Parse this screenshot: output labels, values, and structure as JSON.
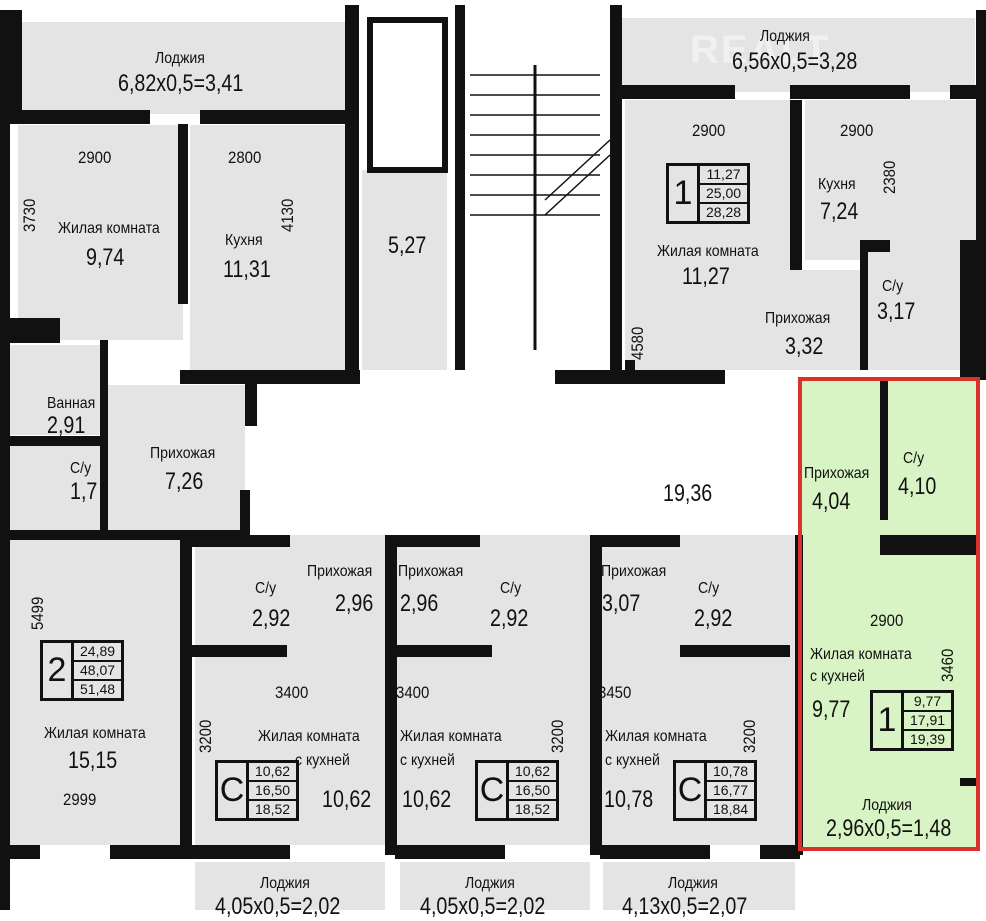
{
  "watermark": "REALT",
  "colors": {
    "highlight_border": "#d8322a",
    "highlight_fill": "#d8f3c4",
    "room_fill": "#e4e4e4",
    "wall": "#111111"
  },
  "rooms": {
    "loggia_tl": {
      "name": "Лоджия",
      "area": "6,82x0,5=3,41"
    },
    "living_tl": {
      "name": "Жилая комната",
      "area": "9,74"
    },
    "kitchen_tl": {
      "name": "Кухня",
      "area": "11,31"
    },
    "bath_tl": {
      "name": "Ванная",
      "area": "2,91"
    },
    "wc_tl": {
      "name": "С/у",
      "area": "1,7"
    },
    "hall_tl": {
      "name": "Прихожая",
      "area": "7,26"
    },
    "tech": {
      "area": "5,27"
    },
    "corridor": {
      "area": "19,36"
    },
    "loggia_tr": {
      "name": "Лоджия",
      "area": "6,56x0,5=3,28"
    },
    "living_tr": {
      "name": "Жилая комната",
      "area": "11,27"
    },
    "kitchen_tr": {
      "name": "Кухня",
      "area": "7,24"
    },
    "hall_tr": {
      "name": "Прихожая",
      "area": "3,32"
    },
    "wc_tr": {
      "name": "С/у",
      "area": "3,17"
    },
    "hall_g": {
      "name": "Прихожая",
      "area": "4,04"
    },
    "wc_g": {
      "name": "С/у",
      "area": "4,10"
    },
    "living_g": {
      "name": "Жилая комната",
      "name2": "с кухней",
      "area": "9,77"
    },
    "loggia_g": {
      "name": "Лоджия",
      "area": "2,96x0,5=1,48"
    },
    "living_bl": {
      "name": "Жилая комната",
      "area": "15,15"
    },
    "wc_s1": {
      "name": "С/у",
      "area": "2,92"
    },
    "hall_s1": {
      "name": "Прихожая",
      "area": "2,96"
    },
    "living_s1": {
      "name": "Жилая комната",
      "name2": "с кухней",
      "area": "10,62"
    },
    "loggia_s1": {
      "name": "Лоджия",
      "area": "4,05x0,5=2,02"
    },
    "wc_s2": {
      "name": "С/у",
      "area": "2,92"
    },
    "hall_s2": {
      "name": "Прихожая",
      "area": "2,96"
    },
    "living_s2": {
      "name": "Жилая комната",
      "name2": "с кухней",
      "area": "10,62"
    },
    "loggia_s2": {
      "name": "Лоджия",
      "area": "4,05x0,5=2,02"
    },
    "wc_s3": {
      "name": "С/у",
      "area": "2,92"
    },
    "hall_s3": {
      "name": "Прихожая",
      "area": "3,07"
    },
    "living_s3": {
      "name": "Жилая комната",
      "name2": "с кухней",
      "area": "10,78"
    },
    "loggia_s3": {
      "name": "Лоджия",
      "area": "4,13x0,5=2,07"
    }
  },
  "dims": {
    "tl_w1": "2900",
    "tl_w2": "2800",
    "tl_h1": "3730",
    "tl_h2": "4130",
    "tr_w1": "2900",
    "tr_w2": "2900",
    "tr_h1": "4580",
    "tr_h2": "2380",
    "g_w": "2900",
    "g_h": "3460",
    "bl_w": "2999",
    "bl_h": "5499",
    "s1_w": "3400",
    "s1_h": "3200",
    "s2_w": "3400",
    "s2_h": "3200",
    "s3_w": "3450",
    "s3_h": "3200"
  },
  "badges": [
    {
      "rooms": "1",
      "v": [
        "11,27",
        "25,00",
        "28,28"
      ]
    },
    {
      "rooms": "2",
      "v": [
        "24,89",
        "48,07",
        "51,48"
      ]
    },
    {
      "rooms": "С",
      "v": [
        "10,62",
        "16,50",
        "18,52"
      ]
    },
    {
      "rooms": "С",
      "v": [
        "10,62",
        "16,50",
        "18,52"
      ]
    },
    {
      "rooms": "С",
      "v": [
        "10,78",
        "16,77",
        "18,84"
      ]
    },
    {
      "rooms": "1",
      "v": [
        "9,77",
        "17,91",
        "19,39"
      ]
    }
  ]
}
